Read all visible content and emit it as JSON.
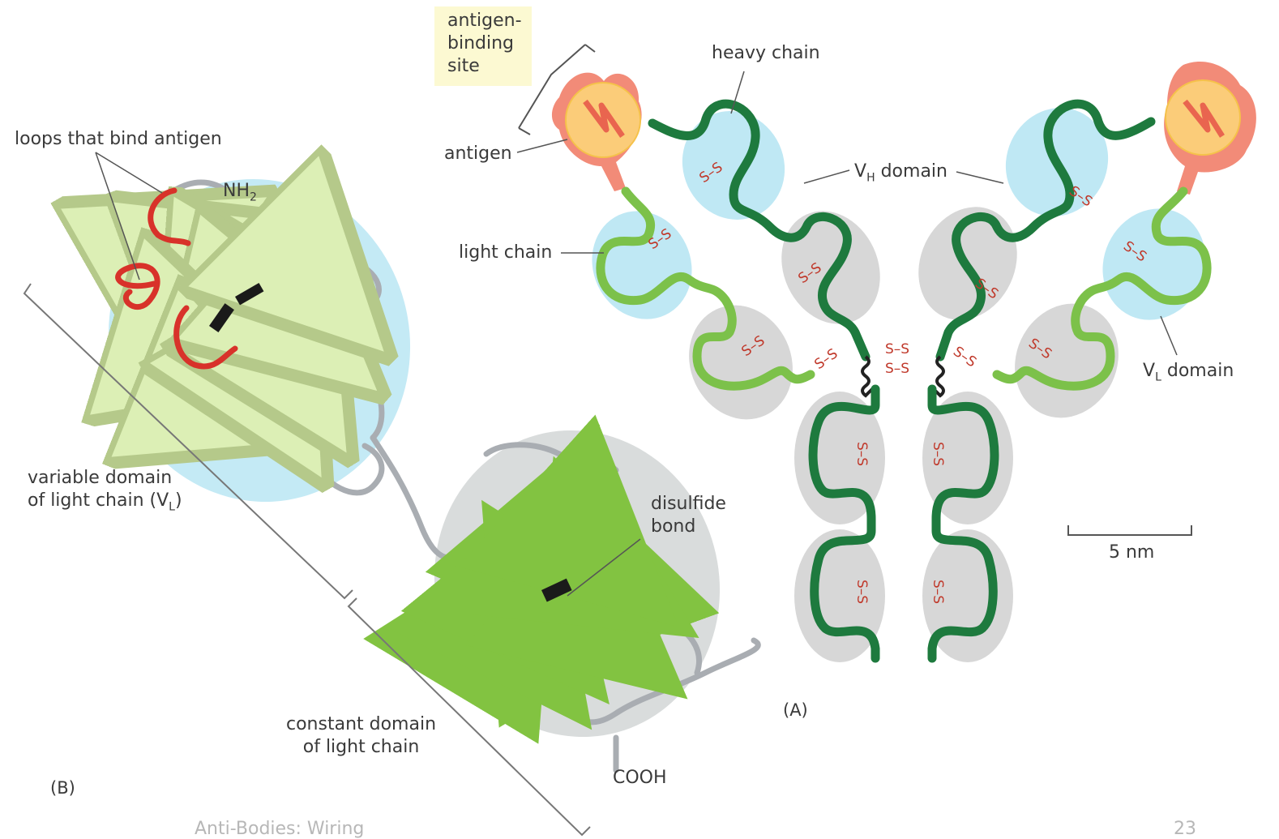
{
  "labels": {
    "antigen_binding_site": [
      "antigen-",
      "binding",
      "site"
    ],
    "heavy_chain": "heavy chain",
    "antigen": "antigen",
    "vh_domain_main": "V",
    "vh_domain_sub": "H",
    "vh_domain_rest": " domain",
    "light_chain": "light chain",
    "vl_domain_main": "V",
    "vl_domain_sub": "L",
    "vl_domain_rest": " domain",
    "scale": "5 nm",
    "panel_a": "(A)",
    "loops": "loops that bind antigen",
    "nh2_main": "NH",
    "nh2_sub": "2",
    "variable_domain_line1": "variable domain",
    "variable_domain_line2_main": "of light chain (V",
    "variable_domain_line2_sub": "L",
    "variable_domain_line2_end": ")",
    "disulfide": [
      "disulfide",
      "bond"
    ],
    "constant_domain": [
      "constant domain",
      "of light chain"
    ],
    "cooh": "COOH",
    "panel_b": "(B)",
    "ss": "S–S",
    "footer_left": "Anti-Bodies: Wiring",
    "footer_right": "23"
  },
  "colors": {
    "heavy_chain": "#1e7a3e",
    "light_chain": "#7cc14a",
    "variable_domain_bg": "#bfe8f4",
    "constant_domain_bg": "#d5d5d5",
    "antigen": "#f28b78",
    "antigen_circle": "#fde27a",
    "disulfide": "#c0392b",
    "loops_red": "#d8322a",
    "ribbon_light": "#dcefb5",
    "ribbon_green": "#82c341",
    "strand_grey": "#a9adb2"
  }
}
